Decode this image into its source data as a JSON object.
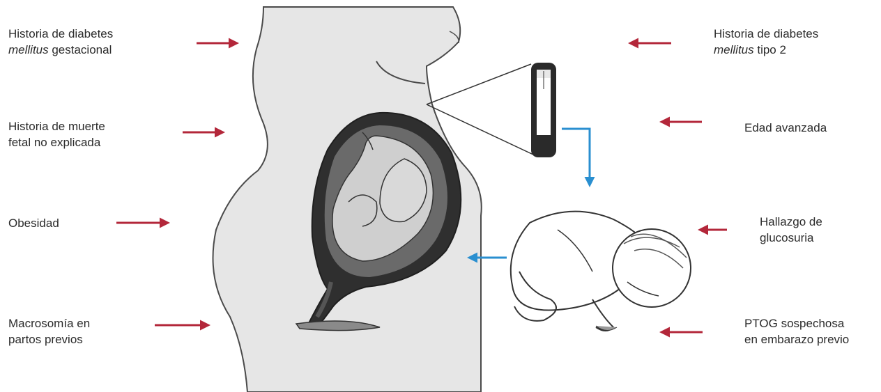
{
  "colors": {
    "risk_arrow": "#b3273a",
    "process_arrow": "#2a8fd0",
    "body_fill": "#e6e6e6",
    "outline": "#4a4a4a",
    "uterus_dark": "#2f2f2f",
    "fetus_fill": "#cfcfcf"
  },
  "labels": {
    "gdm_history": {
      "line1": "Historia de diabetes",
      "line2_italic": "mellitus",
      "line2_rest": " gestacional"
    },
    "fetal_death": {
      "line1": "Historia de muerte",
      "line2": "fetal no explicada"
    },
    "obesity": {
      "line1": "Obesidad"
    },
    "macrosomia": {
      "line1": "Macrosomía en",
      "line2": "partos previos"
    },
    "dm2_history": {
      "line1": "Historia de diabetes",
      "line2_italic": "mellitus",
      "line2_rest": " tipo 2"
    },
    "advanced_age": {
      "line1": "Edad avanzada"
    },
    "glucosuria": {
      "line1": "Hallazgo de",
      "line2": "glucosuria"
    },
    "ptog": {
      "line1": "PTOG sospechosa",
      "line2": "en embarazo previo"
    }
  },
  "icons": {
    "pregnant_woman": "pregnant-woman-illustration",
    "fetus": "fetus-in-uterus-illustration",
    "blood_tube": "blood-test-tube-icon",
    "newborn": "macrosomic-newborn-illustration"
  }
}
